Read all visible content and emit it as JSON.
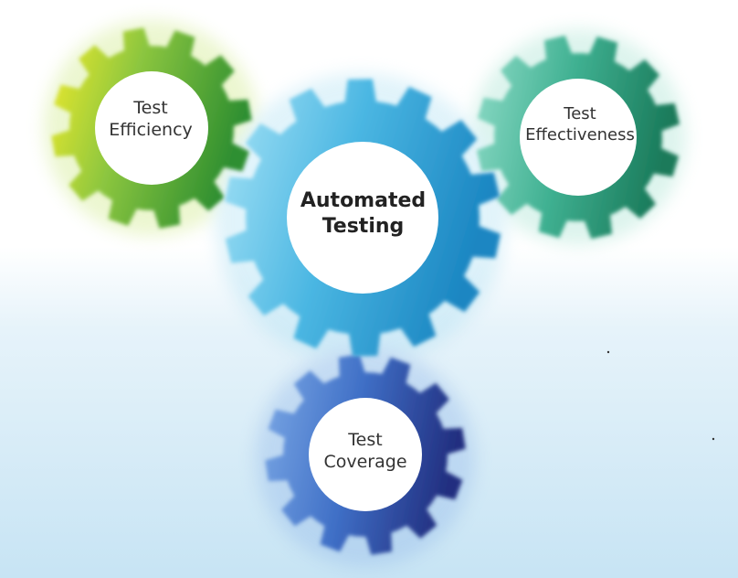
{
  "gears": [
    {
      "id": "efficiency",
      "lines": [
        "Test",
        "Efficiency"
      ],
      "color_light": "#f3ec2a",
      "color_mid": "#8cc63f",
      "color_dark": "#2f8f30"
    },
    {
      "id": "effectiveness",
      "lines": [
        "Test",
        "Effectiveness"
      ],
      "color_light": "#8fdcc8",
      "color_mid": "#3fb091",
      "color_dark": "#1a7a5a"
    },
    {
      "id": "automated",
      "lines": [
        "Automated",
        "Testing"
      ],
      "color_light": "#a6e3f6",
      "color_mid": "#4ab6e2",
      "color_dark": "#1b86c2"
    },
    {
      "id": "coverage",
      "lines": [
        "Test",
        "Coverage"
      ],
      "color_light": "#7ca9e6",
      "color_mid": "#3f6fc6",
      "color_dark": "#222f80"
    }
  ],
  "background": {
    "top": "#ffffff",
    "bottom": "#c7e4f4"
  }
}
